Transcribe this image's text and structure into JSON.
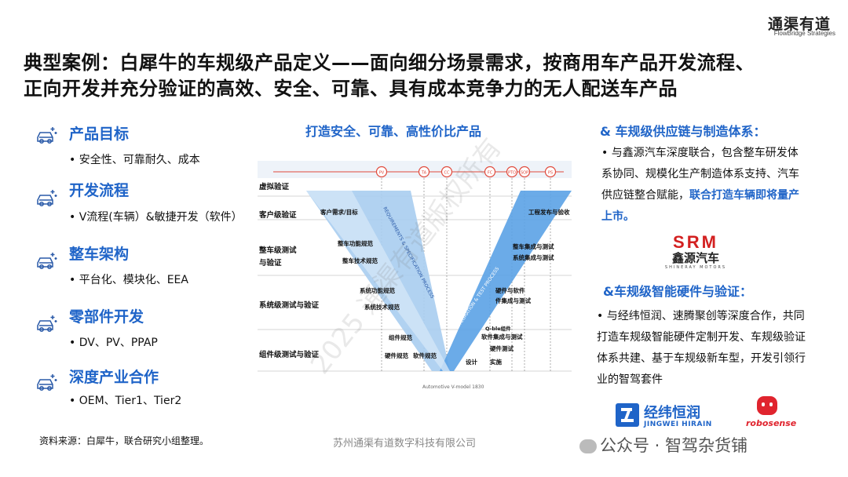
{
  "brand": {
    "name": "通渠有道",
    "sub": "FlowBridge Strategies"
  },
  "title": {
    "line1": "典型案例：白犀牛的车规级产品定义——面向细分场景需求，按商用车产品开发流程、",
    "line2": "正向开发并充分验证的高效、安全、可靠、具有成本竞争力的无人配送车产品"
  },
  "left": {
    "sections": [
      {
        "heading": "产品目标",
        "item": "• 安全性、可靠耐久、成本"
      },
      {
        "heading": "开发流程",
        "item": "• V流程(车辆）&敏捷开发（软件）"
      },
      {
        "heading": "整车架构",
        "item": "• 平台化、模块化、EEA"
      },
      {
        "heading": "零部件开发",
        "item": "• DV、PV、PPAP"
      },
      {
        "heading": "深度产业合作",
        "item": "• OEM、Tier1、Tier2"
      }
    ]
  },
  "center": {
    "title": "打造安全、可靠、高性价比产品",
    "vdiagram": {
      "gates": [
        "PV",
        "TA",
        "CC",
        "FC",
        "PTO",
        "SOP",
        "PS"
      ],
      "rows": [
        "虚拟验证",
        "客户级验证",
        "整车级测试\n与验证",
        "系统级测试与验证",
        "组件级测试与验证"
      ],
      "left_labels": [
        "客户需求/目标",
        "整车功能规范",
        "整车技术规范",
        "系统功能规范",
        "系统技术规范",
        "组件规范",
        "硬件规范",
        "软件规范"
      ],
      "right_labels": [
        "工程发布与验收",
        "整车集成与测试",
        "系统集成与测试",
        "硬件与软件",
        "件集成与测试",
        "Q-ble组件",
        "软件集成与测试",
        "硬件测试",
        "设计",
        "实施"
      ],
      "diag_left": "REQUIREMENTS & SPECIFICATION PROCESS",
      "diag_right": "INTEGRATION & TEST PROCESS",
      "bottom_note": "Automotive V-model  1830"
    }
  },
  "right": {
    "section1": {
      "heading": "& 车规级供应链与制造体系：",
      "text": "• 与鑫源汽车深度联合，包含整车研发体系协同、规模化生产制造体系支持、汽车供应链整合赋能，",
      "highlight": "联合打造车辆即将量产上市。"
    },
    "srm_logo": {
      "top": "SRM",
      "cn": "鑫源汽车",
      "en": "SHINERAY MOTORS"
    },
    "section2": {
      "heading": "&车规级智能硬件与验证：",
      "text": "• 与经纬恒润、速腾聚创等深度合作，共同打造车规级智能硬件定制开发、车规级验证体系共建、基于车规级新车型，开发引领行业的智驾套件"
    },
    "jingwei_logo": {
      "cn": "经纬恒润",
      "en": "JINGWEI HIRAIN"
    },
    "robosense_logo": {
      "text": "robosense"
    }
  },
  "footer": {
    "source": "资料来源：白犀牛，联合研究小组整理。",
    "company": "苏州通渠有道数字科技有限公司",
    "wechat": "公众号 · 智驾杂货铺"
  },
  "watermark": {
    "text": "2025 通渠有道版权所有"
  },
  "colors": {
    "accent": "#1f64c8",
    "v_light": "#a9cdf0",
    "v_mid": "#5ba2e6",
    "gate": "#e04a3c",
    "srm_red": "#d32020"
  }
}
